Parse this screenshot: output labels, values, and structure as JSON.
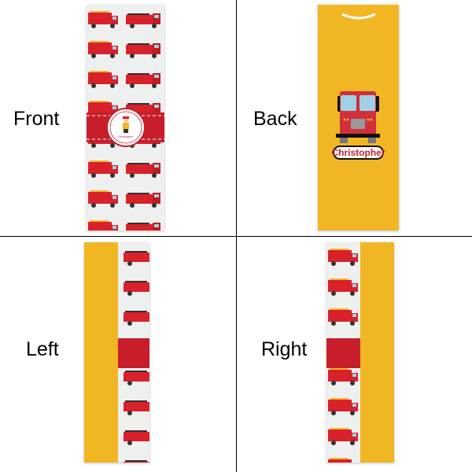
{
  "views": {
    "front": {
      "label": "Front"
    },
    "back": {
      "label": "Back",
      "name_text": "Christopher"
    },
    "left": {
      "label": "Left"
    },
    "right": {
      "label": "Right"
    }
  },
  "front_badge_text": "Christopher",
  "colors": {
    "bag_yellow": "#f1b623",
    "truck_red": "#d8212a",
    "band_red": "#c81e2c",
    "pattern_bg": "#eef0f0",
    "window_blue": "#9fd0e4"
  }
}
